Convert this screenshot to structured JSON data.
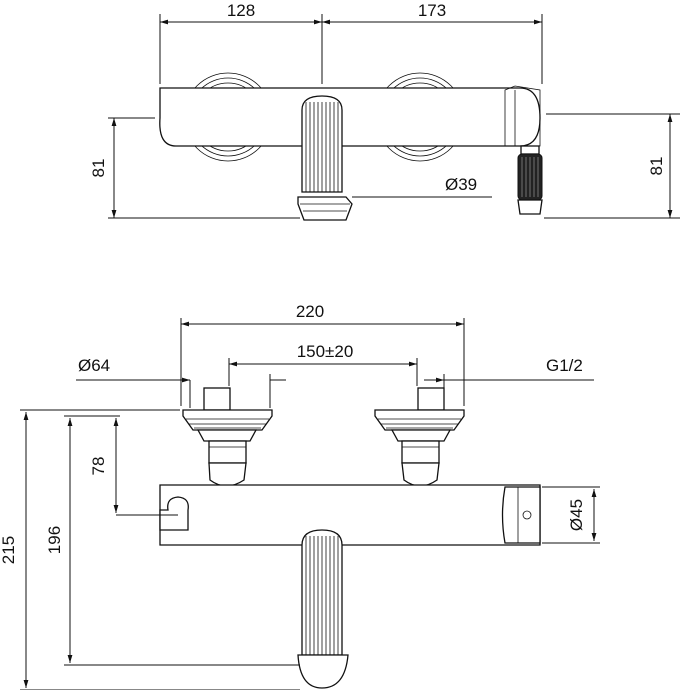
{
  "top_view": {
    "dim_left_width": "128",
    "dim_right_width": "173",
    "dim_left_height": "81",
    "dim_right_height": "81",
    "dim_spout_diameter": "Ø39"
  },
  "front_view": {
    "dim_total_width": "220",
    "dim_centers": "150±20",
    "dim_handle_diameter": "Ø64",
    "dim_thread": "G1/2",
    "dim_height_215": "215",
    "dim_height_196": "196",
    "dim_height_78": "78",
    "dim_body_diameter": "Ø45"
  }
}
